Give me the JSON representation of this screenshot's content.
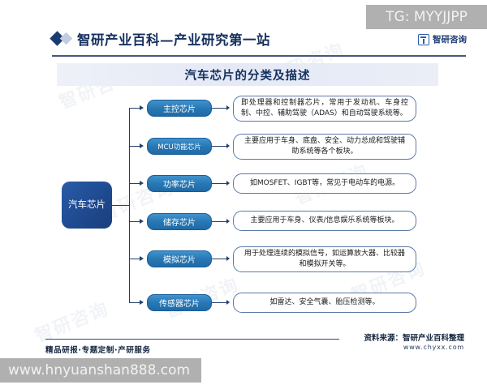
{
  "header": {
    "title": "智研产业百科—产业研究第一站",
    "logo_text": "智研咨询",
    "diamond_icon": "diamond-bullet"
  },
  "banner": {
    "title": "汽车芯片的分类及描述"
  },
  "diagram": {
    "root": {
      "label": "汽车芯片"
    },
    "branches": [
      {
        "category": "主控芯片",
        "description": "即处理器和控制器芯片，常用于发动机、车身控制、中控、辅助驾驶（ADAS）和自动驾驶系统等。"
      },
      {
        "category": "MCU功能芯片",
        "description": "主要应用于车身、底盘、安全、动力总成和驾驶辅助系统等各个板块。"
      },
      {
        "category": "功率芯片",
        "description": "如MOSFET、IGBT等，常见于电动车的电源。"
      },
      {
        "category": "储存芯片",
        "description": "主要应用于车身、仪表/信息娱乐系统等板块。"
      },
      {
        "category": "模拟芯片",
        "description": "用于处理连续的模拟信号，如运算放大器、比较器和模拟开关等。"
      },
      {
        "category": "传感器芯片",
        "description": "如雷达、安全气囊、胎压检测等。"
      }
    ]
  },
  "footer": {
    "services": "精品研报·专题定制·产研服务",
    "source": "资料来源：智研产业百科整理",
    "url": "www.chyxx.com"
  },
  "overlays": {
    "telegram": "TG: MYYJJPP",
    "website": "www.hnyuanshan888.com"
  },
  "watermark": {
    "text": "智研咨询"
  },
  "colors": {
    "brand_dark_blue": "#1b3a73",
    "node_blue": "#2878b4",
    "root_blue": "#1f4a90",
    "banner_bg": "#e8ecf6",
    "overlay_gray": "#b0b0b0"
  }
}
